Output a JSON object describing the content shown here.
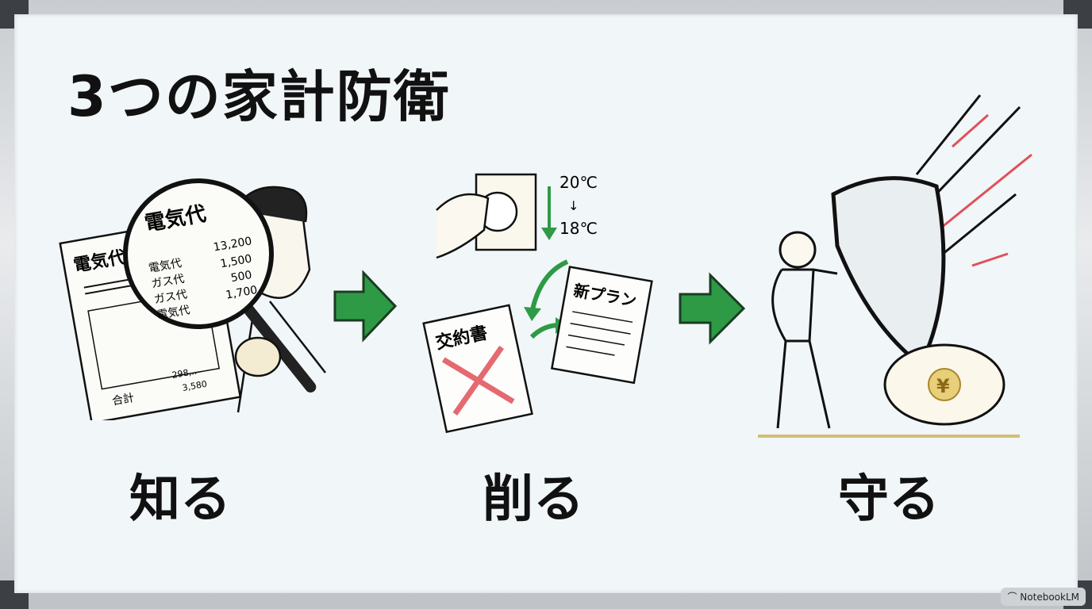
{
  "title": "3つの家計防衛",
  "steps": [
    {
      "label": "知る",
      "bill": {
        "heading": "電気代",
        "zoom_heading": "電気代",
        "rows": [
          {
            "name": "電気代",
            "amount": "13,200"
          },
          {
            "name": "ガス代",
            "amount": "1,500"
          },
          {
            "name": "ガス代",
            "amount": "500"
          },
          {
            "name": "電気代",
            "amount": "1,700"
          }
        ],
        "total_label": "合計",
        "total": "298,..",
        "sub": "3,580"
      }
    },
    {
      "label": "削る",
      "thermostat": {
        "from": "20℃",
        "arrow": "↓",
        "to": "18℃"
      },
      "old_contract": "交約書",
      "new_plan": "新プラン"
    },
    {
      "label": "守る",
      "piggy_symbol": "¥"
    }
  ],
  "colors": {
    "arrow_green": "#2e9a46",
    "cross_red": "#e0505a",
    "accent_gold": "#c9a640",
    "board": "#f1f6f8"
  },
  "badge": {
    "icon": "notebooklm-icon",
    "text": "NotebookLM"
  }
}
